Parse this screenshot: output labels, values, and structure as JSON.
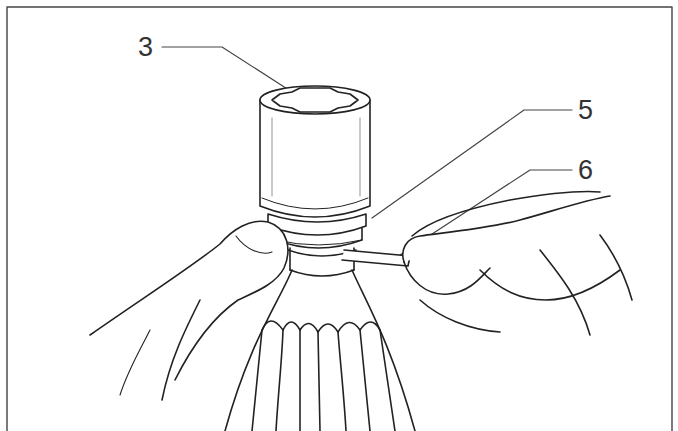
{
  "diagram": {
    "labels": [
      "3",
      "5",
      "6"
    ]
  }
}
